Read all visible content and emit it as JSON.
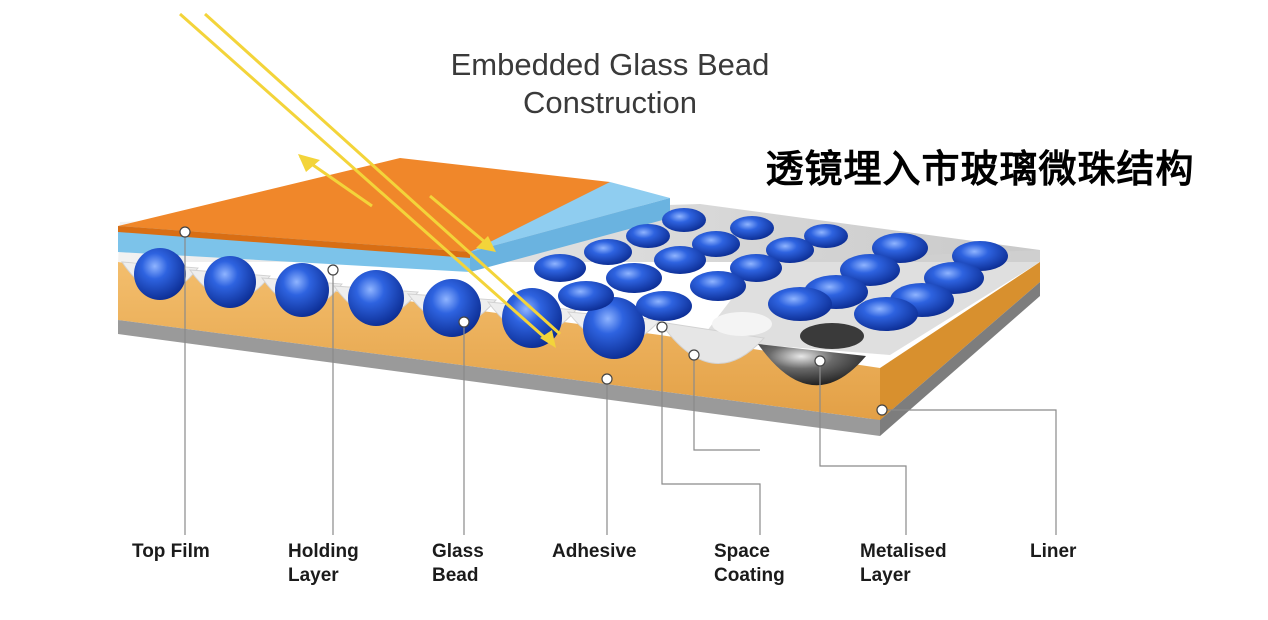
{
  "title": "Embedded Glass Bead\nConstruction",
  "title_zh": "透镜埋入市玻璃微珠结构",
  "labels": {
    "top_film": "Top Film",
    "holding_layer": "Holding\nLayer",
    "glass_bead": "Glass\nBead",
    "adhesive": "Adhesive",
    "space_coating": "Space\nCoating",
    "metalised_layer": "Metalised\nLayer",
    "liner": "Liner"
  },
  "colors": {
    "top_film": "#f0872a",
    "holding_layer": "#7cc3ea",
    "glass_bead": "#1f4fc6",
    "adhesive": "#eeb15a",
    "liner": "#9a9a9a",
    "light_ray": "#f3d43a"
  }
}
